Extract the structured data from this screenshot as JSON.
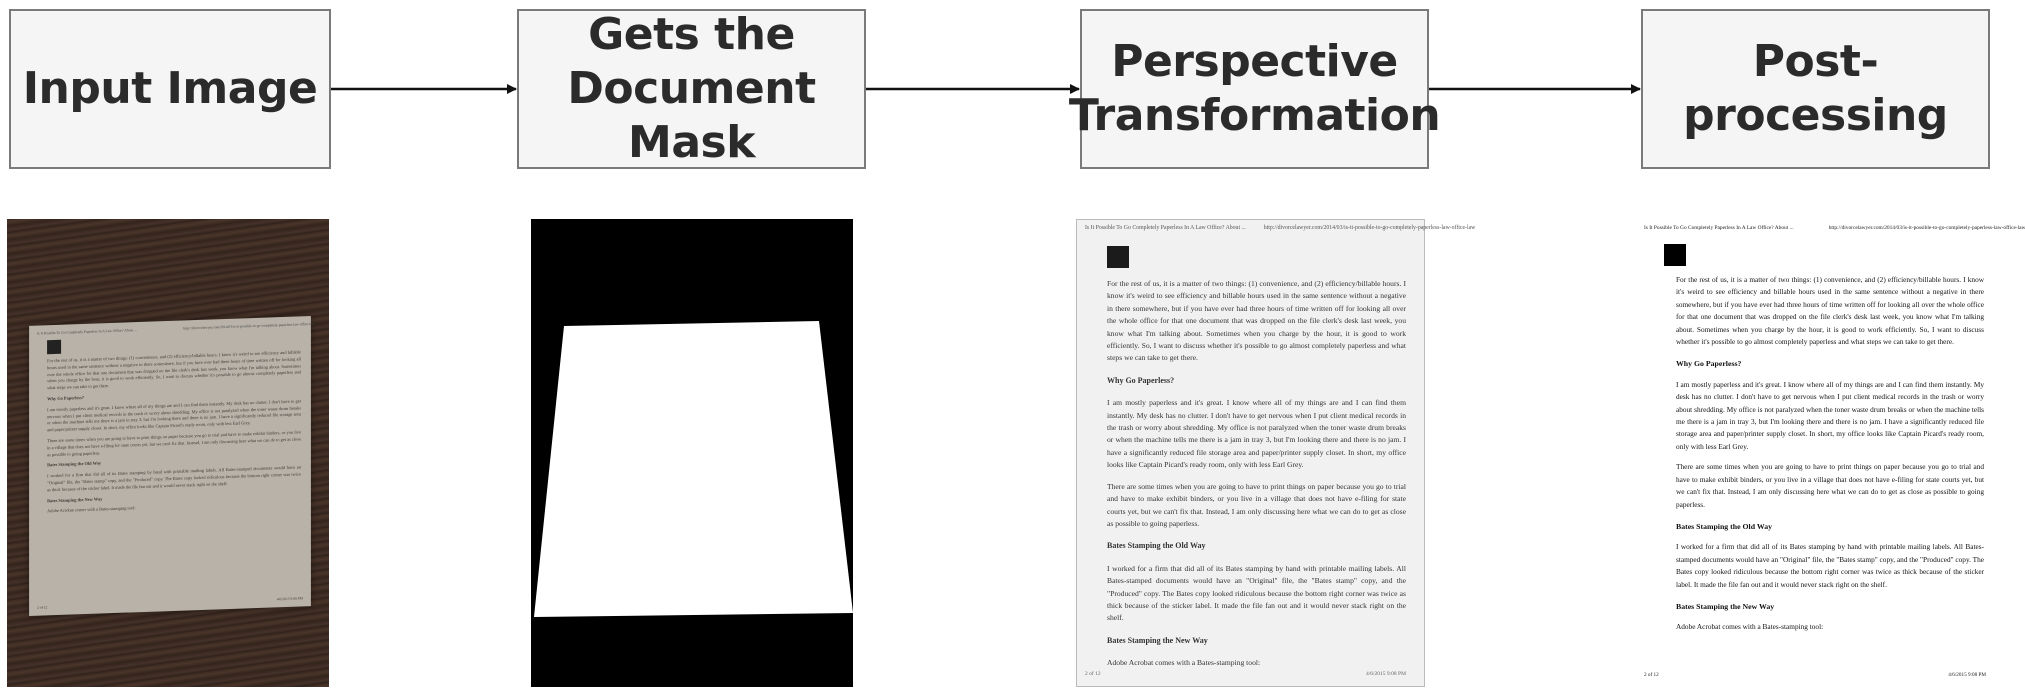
{
  "steps": [
    {
      "label": "Input Image"
    },
    {
      "label": "Gets the\nDocument Mask"
    },
    {
      "label": "Perspective\nTransformation"
    },
    {
      "label": "Post-processing"
    }
  ],
  "document": {
    "header_left": "Is It Possible To Go Completely Paperless In A Law Office? About ...",
    "header_right": "http://divorcelawyer.com/2014/03/is-it-possible-to-go-completely-paperless-law-office-law",
    "paragraphs": [
      {
        "type": "p",
        "text": "For the rest of us, it is a matter of two things: (1) convenience, and (2) efficiency/billable hours. I know it's weird to see efficiency and billable hours used in the same sentence without a negative in there somewhere, but if you have ever had three hours of time written off for looking all over the whole office for that one document that was dropped on the file clerk's desk last week, you know what I'm talking about. Sometimes when you charge by the hour, it is good to work efficiently. So, I want to discuss whether it's possible to go almost completely paperless and what steps we can take to get there."
      },
      {
        "type": "h",
        "text": "Why Go Paperless?"
      },
      {
        "type": "p",
        "text": "I am mostly paperless and it's great. I know where all of my things are and I can find them instantly. My desk has no clutter. I don't have to get nervous when I put client medical records in the trash or worry about shredding. My office is not paralyzed when the toner waste drum breaks or when the machine tells me there is a jam in tray 3, but I'm looking there and there is no jam. I have a significantly reduced file storage area and paper/printer supply closet. In short, my office looks like Captain Picard's ready room, only with less Earl Grey."
      },
      {
        "type": "p",
        "text": "There are some times when you are going to have to print things on paper because you go to trial and have to make exhibit binders, or you live in a village that does not have e-filing for state courts yet, but we can't fix that. Instead, I am only discussing here what we can do to get as close as possible to going paperless."
      },
      {
        "type": "h",
        "text": "Bates Stamping the Old Way"
      },
      {
        "type": "p",
        "text": "I worked for a firm that did all of its Bates stamping by hand with printable mailing labels. All Bates-stamped documents would have an \"Original\" file, the \"Bates stamp\" copy, and the \"Produced\" copy. The Bates copy looked ridiculous because the bottom right corner was twice as thick because of the sticker label. It made the file fan out and it would never stack right on the shelf."
      },
      {
        "type": "h",
        "text": "Bates Stamping the New Way"
      },
      {
        "type": "p",
        "text": "Adobe Acrobat comes with a Bates-stamping tool:"
      }
    ],
    "footer_left": "2 of 12",
    "footer_right": "4/6/2015 9:08 PM"
  }
}
